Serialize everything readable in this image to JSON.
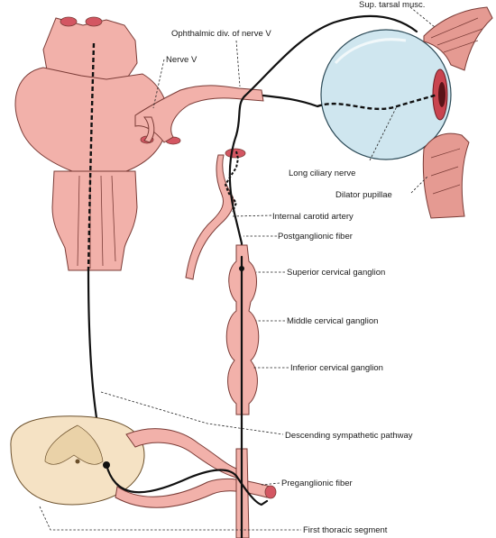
{
  "labels": {
    "sup_tarsal": "Sup. tarsal musc.",
    "ophthalmic": "Ophthalmic div. of nerve V",
    "nerve_v": "Nerve V",
    "long_ciliary": "Long ciliary nerve",
    "dilator": "Dilator pupillae",
    "carotid": "Internal carotid artery",
    "postganglionic": "Postganglionic fiber",
    "superior_ganglion": "Superior cervical ganglion",
    "middle_ganglion": "Middle cervical ganglion",
    "inferior_ganglion": "Inferior cervical ganglion",
    "descending": "Descending sympathetic pathway",
    "preganglionic": "Preganglionic fiber",
    "first_thoracic": "First thoracic segment"
  },
  "colors": {
    "tissue": "#f2b1aa",
    "tissue_dark": "#e59a92",
    "eye": "#cfe6ef",
    "spinal_cord": "#f5e2c4",
    "nerve": "#111111"
  }
}
